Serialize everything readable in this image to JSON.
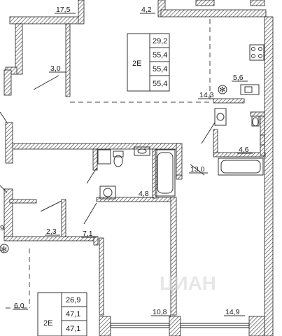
{
  "rooms": [
    {
      "id": "r1",
      "area": "17,5"
    },
    {
      "id": "r2",
      "area": "4,2"
    },
    {
      "id": "r3",
      "area": "3,0"
    },
    {
      "id": "r4",
      "area": "5,6"
    },
    {
      "id": "r5",
      "area": "14,3"
    },
    {
      "id": "r6",
      "area": "4,6"
    },
    {
      "id": "r7",
      "area": "13,0"
    },
    {
      "id": "r8",
      "area": "4,8"
    },
    {
      "id": "r9",
      "area": "2,3"
    },
    {
      "id": "r10",
      "area": "7,1"
    },
    {
      "id": "r11",
      "area": "6,0"
    },
    {
      "id": "r12",
      "area": "10,8"
    },
    {
      "id": "r13",
      "area": "14,9"
    },
    {
      "id": "r14",
      "area": "9"
    }
  ],
  "apartments": [
    {
      "type": "2E",
      "values": [
        "29,2",
        "55,4",
        "55,4",
        "55,4"
      ]
    },
    {
      "type": "2E",
      "values": [
        "26,9",
        "47,1",
        "47,1"
      ]
    }
  ],
  "watermark": "ЦИАН"
}
